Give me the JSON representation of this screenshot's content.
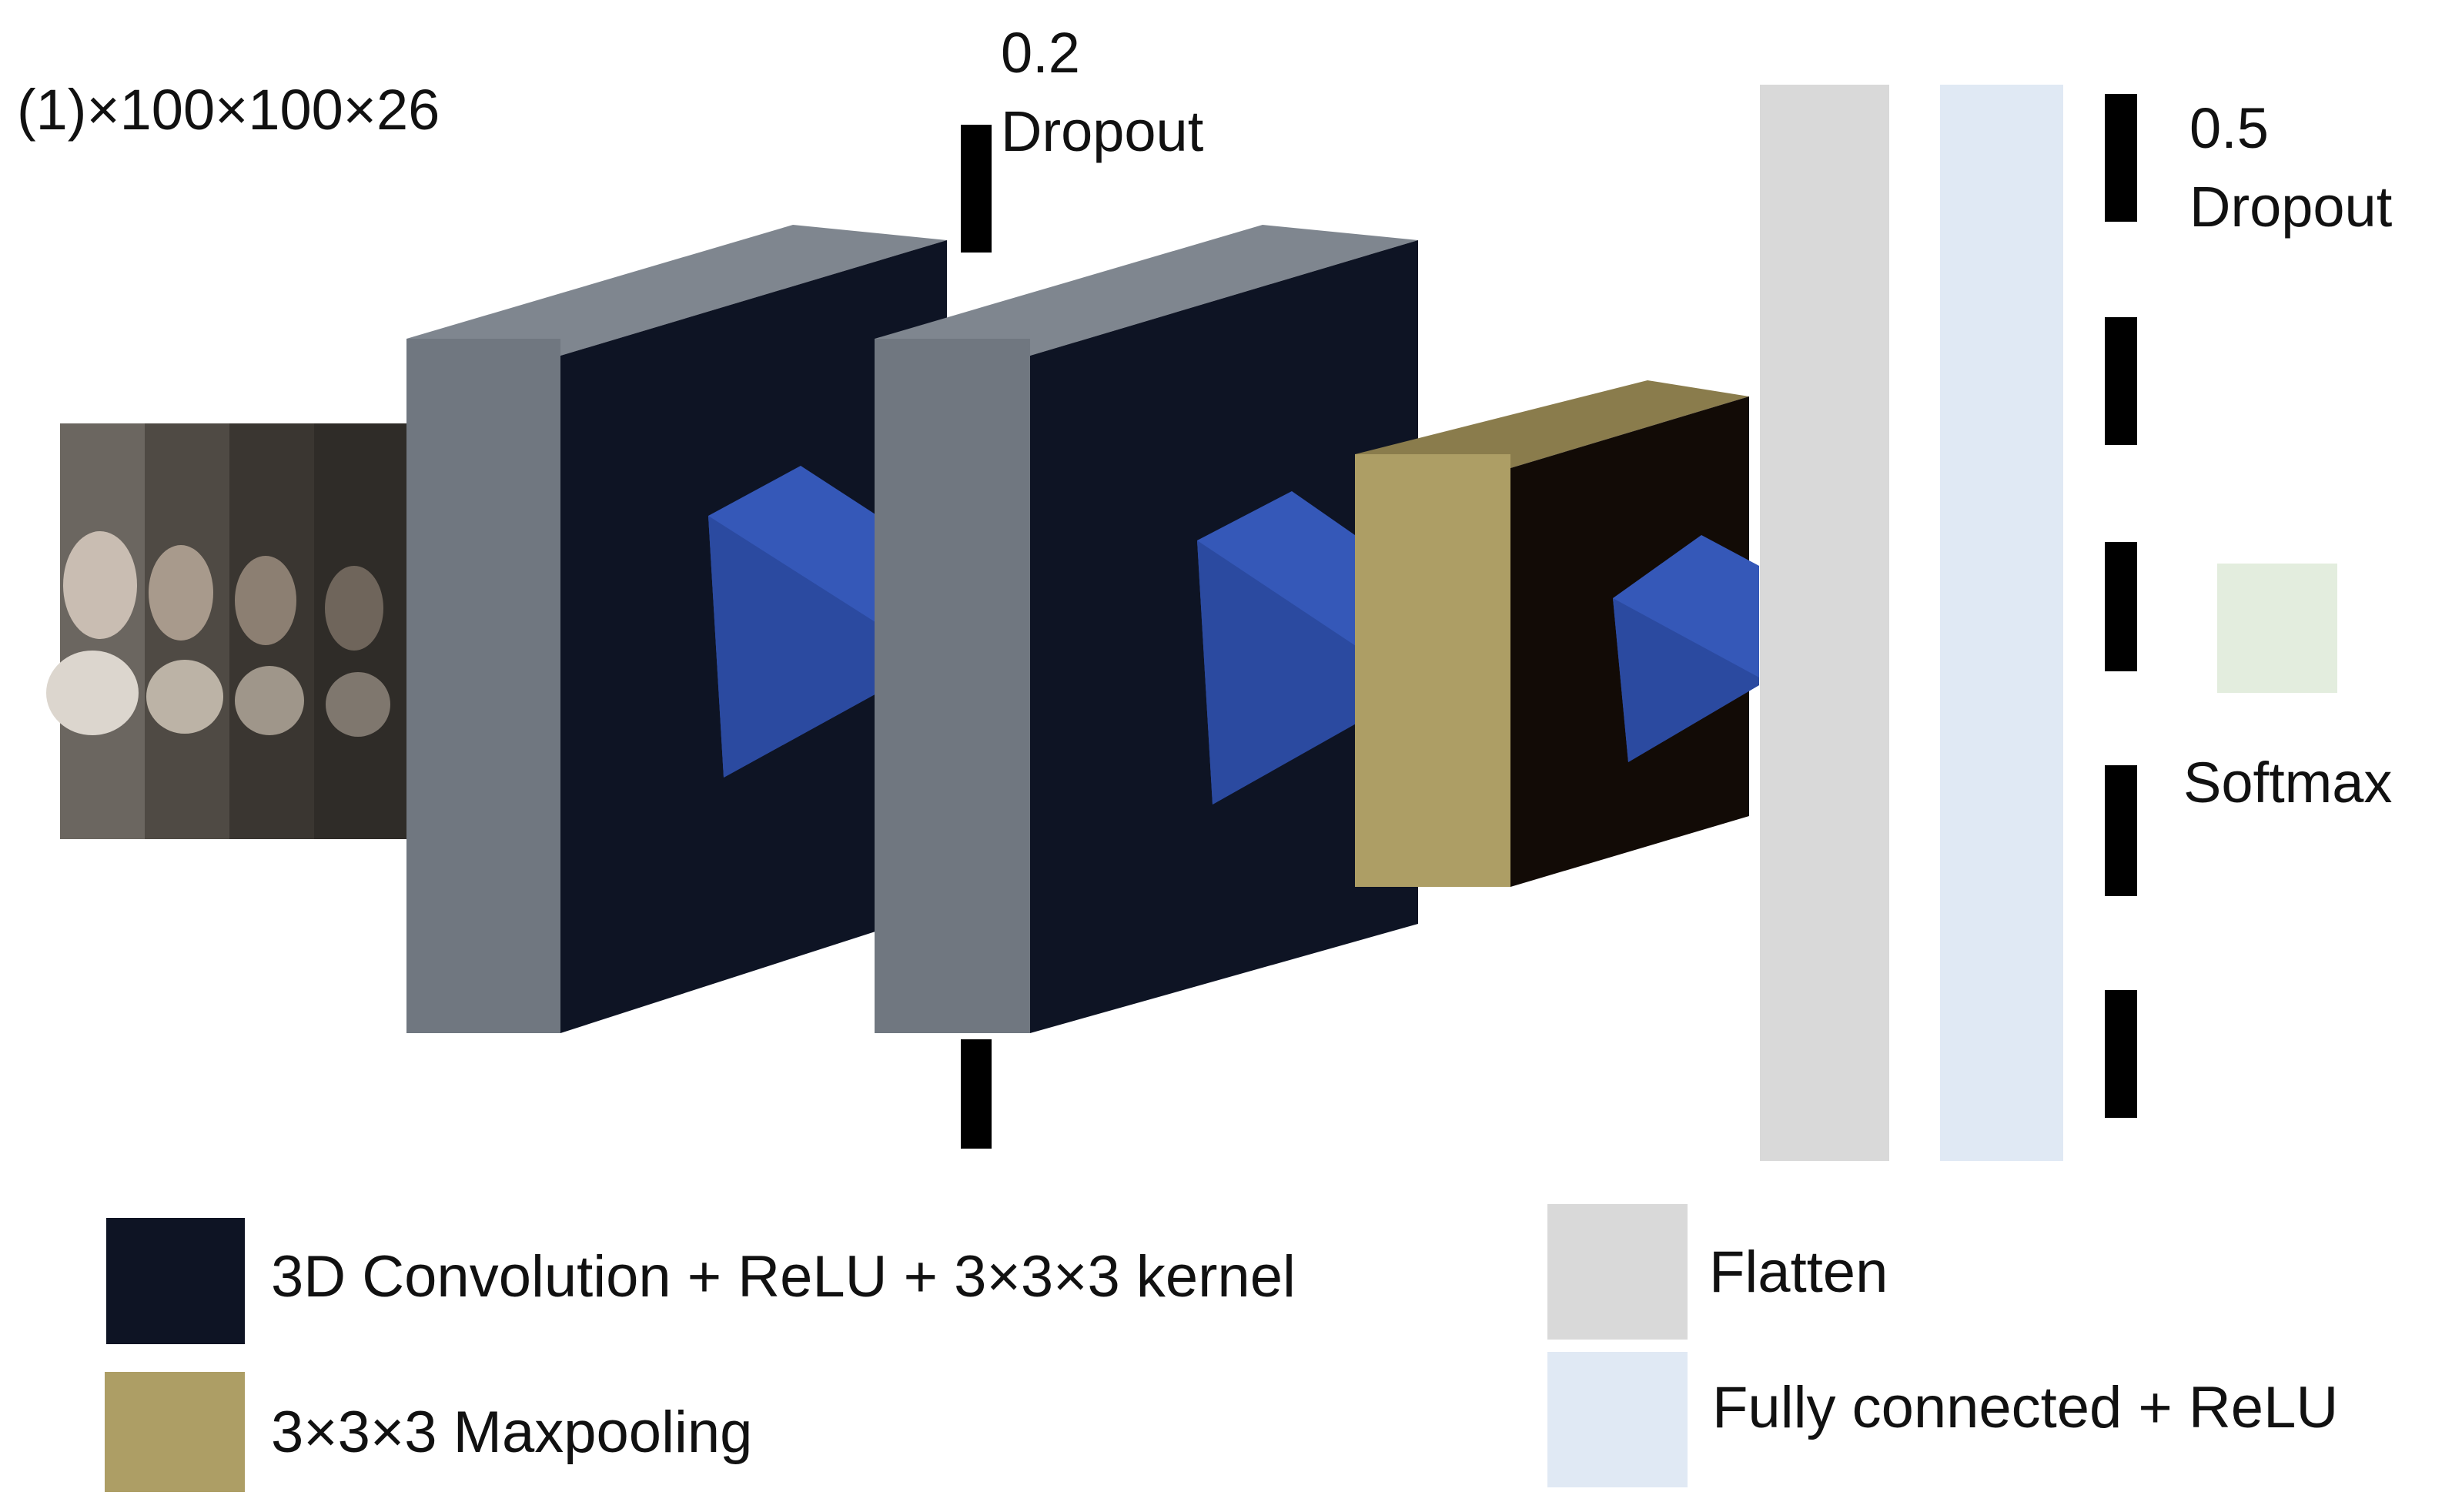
{
  "input": {
    "shape_label": "(1)×100×100×26"
  },
  "dropout_1": {
    "rate": "0.2",
    "label": "Dropout"
  },
  "dropout_2": {
    "rate": "0.5",
    "label": "Dropout"
  },
  "output": {
    "label": "Softmax"
  },
  "legend": {
    "conv": "3D Convolution + ReLU + 3×3×3 kernel",
    "pool": "3×3×3 Maxpooling",
    "flatten": "Flatten",
    "fc": "Fully connected + ReLU"
  },
  "colors": {
    "conv_front": "#0e1424",
    "conv_side": "#707780",
    "conv_top": "#7f868f",
    "pool_front": "#120b06",
    "pool_side": "#ad9e65",
    "pool_top": "#8a7c4c",
    "kernel": "#3558b8",
    "kernel_dark": "#2b4aa0",
    "flatten": "#d9d9d9",
    "fc": "#e0e9f4",
    "softmax": "#e3edde",
    "dropout": "#000000"
  }
}
